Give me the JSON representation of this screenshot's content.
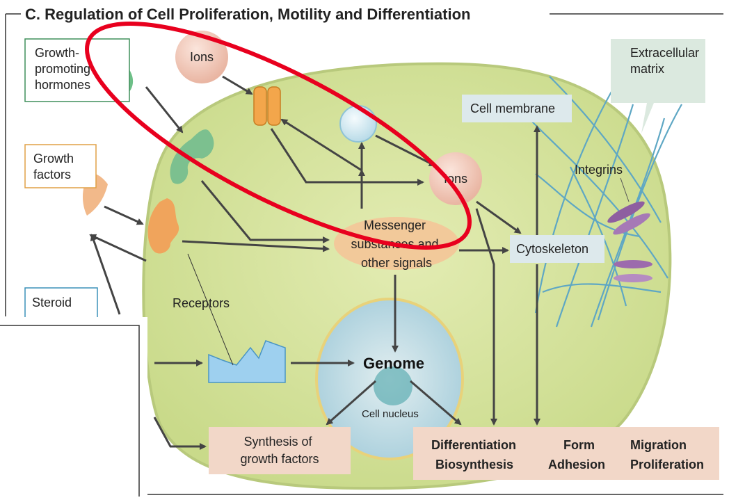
{
  "title": "C. Regulation of Cell Proliferation, Motility and Differentiation",
  "labels": {
    "growth_promoting_hormones": [
      "Growth-",
      "promoting",
      "hormones"
    ],
    "growth_factors": [
      "Growth",
      "factors"
    ],
    "steroid": "Steroid",
    "ions_top": "Ions",
    "ions_mid": "Ions",
    "extracellular_matrix": [
      "Extracellular",
      "matrix"
    ],
    "cell_membrane": "Cell membrane",
    "integrins": "Integrins",
    "messenger": [
      "Messenger",
      "substances and",
      "other signals"
    ],
    "cytoskeleton": "Cytoskeleton",
    "receptors": "Receptors",
    "genome": "Genome",
    "cell_nucleus": "Cell nucleus",
    "synthesis": [
      "Synthesis of",
      "growth factors"
    ],
    "outcomes": {
      "differentiation": "Differentiation",
      "biosynthesis": "Biosynthesis",
      "form": "Form",
      "adhesion": "Adhesion",
      "migration": "Migration",
      "proliferation": "Proliferation"
    }
  },
  "colors": {
    "cell": "#d9e6a2",
    "annotation": "#e8001e",
    "arrow": "#444444",
    "membrane_box": "#dde9ec",
    "matrix_box": "#dbe9df",
    "outcome_box": "#f2d7c8",
    "fiber": "#5ea7c4"
  }
}
